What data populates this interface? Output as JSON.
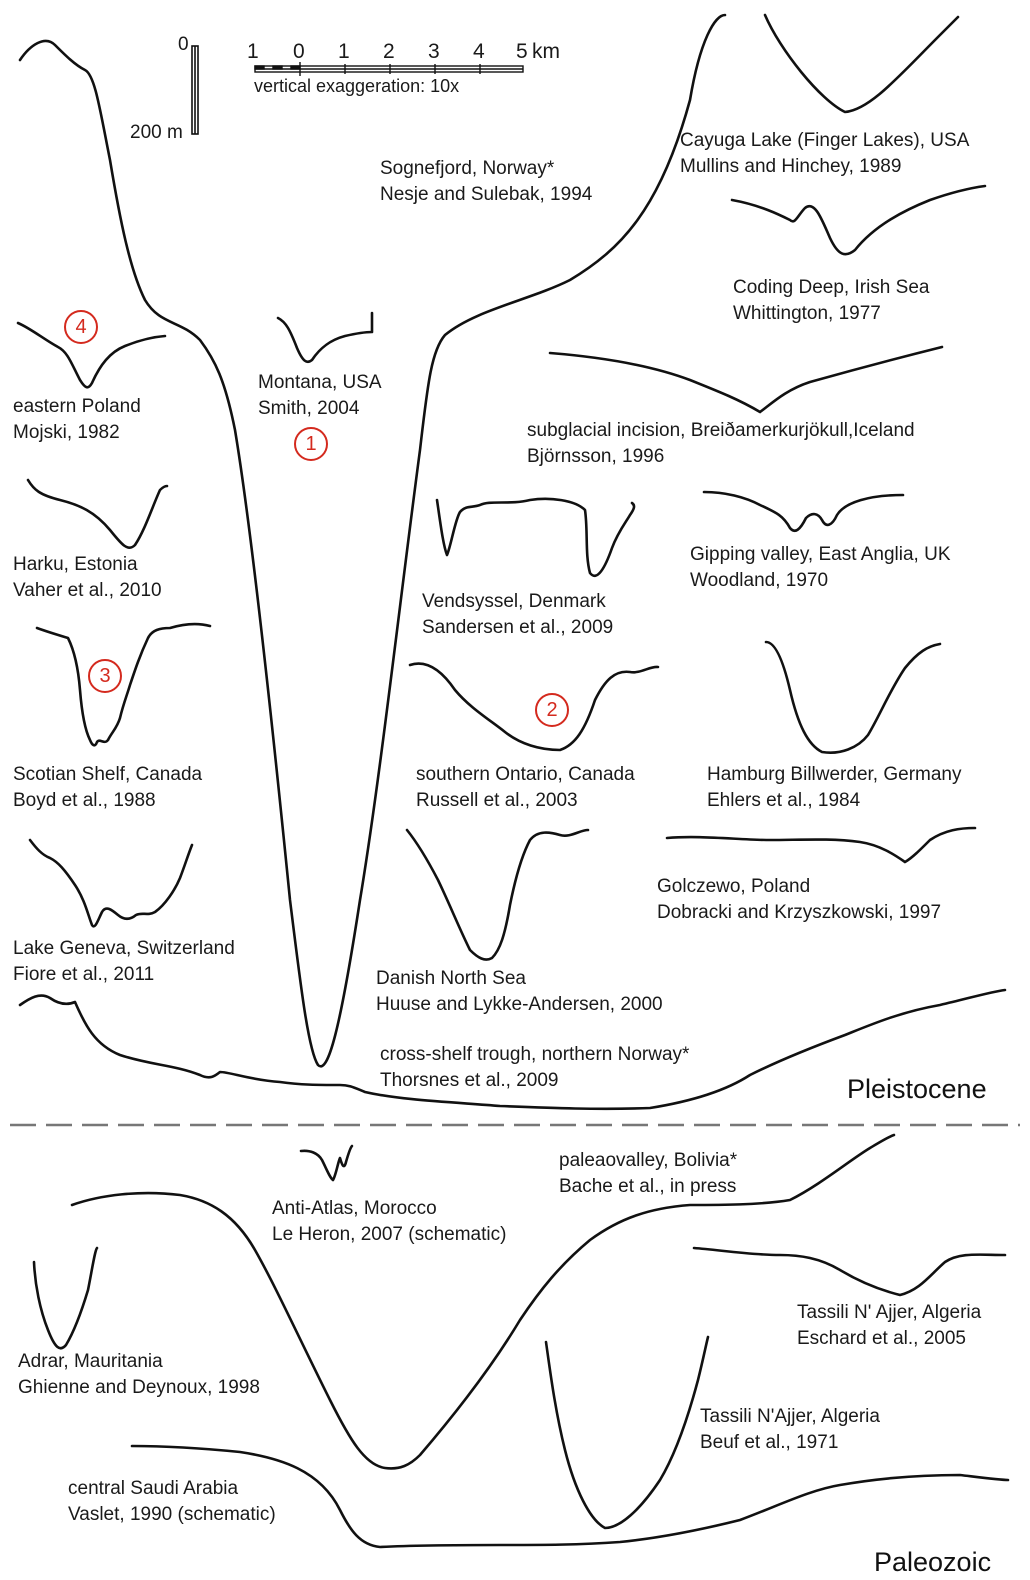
{
  "scale": {
    "vertical_top": "0",
    "vertical_bottom": "200 m",
    "horizontal_ticks": [
      "1",
      "0",
      "1",
      "2",
      "3",
      "4",
      "5"
    ],
    "horizontal_unit": "km",
    "exaggeration": "vertical exaggeration: 10x"
  },
  "pleistocene_label": "Pleistocene",
  "paleozoic_label": "Paleozoic",
  "markers": [
    "1",
    "2",
    "3",
    "4"
  ],
  "profiles": {
    "sognefjord": {
      "name": "Sognefjord, Norway*",
      "ref": "Nesje and Sulebak, 1994"
    },
    "cayuga": {
      "name": "Cayuga Lake (Finger Lakes), USA",
      "ref": "Mullins and Hinchey, 1989"
    },
    "coding_deep": {
      "name": "Coding Deep, Irish Sea",
      "ref": "Whittington, 1977"
    },
    "eastern_poland": {
      "name": "eastern Poland",
      "ref": "Mojski, 1982"
    },
    "montana": {
      "name": "Montana, USA",
      "ref": "Smith, 2004"
    },
    "subglacial": {
      "name": "subglacial incision, Breiðamerkurjökull,Iceland",
      "ref": "Björnsson, 1996"
    },
    "harku": {
      "name": "Harku, Estonia",
      "ref": "Vaher et al., 2010"
    },
    "gipping": {
      "name": "Gipping valley, East Anglia, UK",
      "ref": "Woodland, 1970"
    },
    "vendsyssel": {
      "name": "Vendsyssel, Denmark",
      "ref": "Sandersen et al., 2009"
    },
    "scotian": {
      "name": "Scotian Shelf, Canada",
      "ref": "Boyd et al., 1988"
    },
    "ontario": {
      "name": "southern Ontario, Canada",
      "ref": "Russell et al., 2003"
    },
    "hamburg": {
      "name": "Hamburg Billwerder, Germany",
      "ref": "Ehlers et al., 1984"
    },
    "golczewo": {
      "name": "Golczewo, Poland",
      "ref": "Dobracki and Krzyszkowski, 1997"
    },
    "geneva": {
      "name": "Lake Geneva, Switzerland",
      "ref": "Fiore et al., 2011"
    },
    "danish_north_sea": {
      "name": "Danish North Sea",
      "ref": "Huuse and Lykke-Andersen, 2000"
    },
    "cross_shelf": {
      "name": "cross-shelf trough, northern Norway*",
      "ref": "Thorsnes et al., 2009"
    },
    "anti_atlas": {
      "name": "Anti-Atlas, Morocco",
      "ref": "Le Heron, 2007 (schematic)"
    },
    "bolivia": {
      "name": "paleaovalley, Bolivia*",
      "ref": "Bache et al., in press"
    },
    "tassili_eschard": {
      "name": "Tassili N' Ajjer, Algeria",
      "ref": "Eschard et al., 2005"
    },
    "adrar": {
      "name": "Adrar, Mauritania",
      "ref": "Ghienne and Deynoux, 1998"
    },
    "tassili_beuf": {
      "name": "Tassili N'Ajjer, Algeria",
      "ref": "Beuf et al., 1971"
    },
    "saudi": {
      "name": "central Saudi Arabia",
      "ref": "Vaslet, 1990 (schematic)"
    }
  }
}
